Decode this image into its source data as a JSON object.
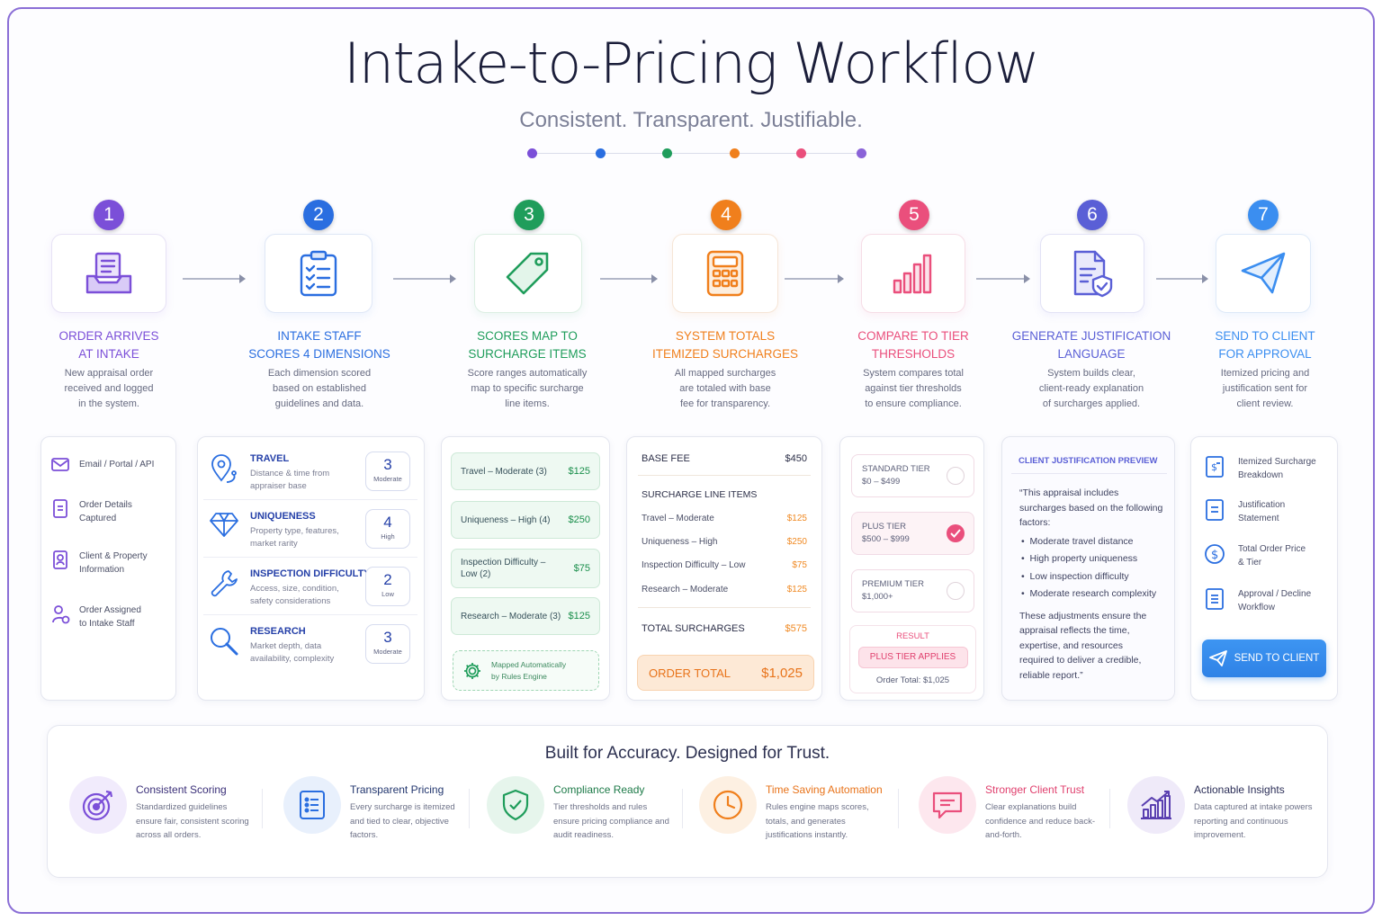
{
  "header": {
    "title": "Intake-to-Pricing Workflow",
    "subtitle": "Consistent. Transparent. Justifiable."
  },
  "colors": {
    "purple": "#7b4fd8",
    "blue": "#2a6ee0",
    "green": "#1f9d5b",
    "orange": "#f07f1c",
    "pink": "#ea4f7c",
    "indigo": "#5a5fd6",
    "sky": "#3b8ef0"
  },
  "steps": [
    {
      "number": "1",
      "title_line1": "ORDER ARRIVES",
      "title_line2": "AT INTAKE",
      "desc_line1": "New appraisal order",
      "desc_line2": "received and logged",
      "desc_line3": "in the system.",
      "icon": "inbox-icon"
    },
    {
      "number": "2",
      "title_line1": "INTAKE STAFF",
      "title_line2": "SCORES 4 DIMENSIONS",
      "desc_line1": "Each dimension scored",
      "desc_line2": "based on established",
      "desc_line3": "guidelines and data.",
      "icon": "clipboard-icon"
    },
    {
      "number": "3",
      "title_line1": "SCORES MAP TO",
      "title_line2": "SURCHARGE ITEMS",
      "desc_line1": "Score ranges automatically",
      "desc_line2": "map to specific surcharge",
      "desc_line3": "line items.",
      "icon": "tag-icon"
    },
    {
      "number": "4",
      "title_line1": "SYSTEM TOTALS",
      "title_line2": "ITEMIZED SURCHARGES",
      "desc_line1": "All mapped surcharges",
      "desc_line2": "are totaled with base",
      "desc_line3": "fee for transparency.",
      "icon": "calculator-icon"
    },
    {
      "number": "5",
      "title_line1": "COMPARE TO TIER",
      "title_line2": "THRESHOLDS",
      "desc_line1": "System compares total",
      "desc_line2": "against tier thresholds",
      "desc_line3": "to ensure compliance.",
      "icon": "bar-chart-icon"
    },
    {
      "number": "6",
      "title_line1": "GENERATE JUSTIFICATION",
      "title_line2": "LANGUAGE",
      "desc_line1": "System builds clear,",
      "desc_line2": "client-ready explanation",
      "desc_line3": "of surcharges applied.",
      "icon": "document-shield-icon"
    },
    {
      "number": "7",
      "title_line1": "SEND TO CLIENT",
      "title_line2": "FOR APPROVAL",
      "desc_line1": "Itemized pricing and",
      "desc_line2": "justification sent for",
      "desc_line3": "client review.",
      "icon": "paper-plane-icon"
    }
  ],
  "intake_card": {
    "items": [
      {
        "line1": "Email / Portal / API",
        "line2": "",
        "icon": "mail-icon"
      },
      {
        "line1": "Order Details",
        "line2": "Captured",
        "icon": "document-icon"
      },
      {
        "line1": "Client & Property",
        "line2": "Information",
        "icon": "user-card-icon"
      },
      {
        "line1": "Order Assigned",
        "line2": "to Intake Staff",
        "icon": "user-assign-icon"
      }
    ]
  },
  "dimensions_card": {
    "rows": [
      {
        "title": "TRAVEL",
        "desc": "Distance & time from appraiser base",
        "score": "3",
        "level": "Moderate",
        "icon": "map-pin-icon"
      },
      {
        "title": "UNIQUENESS",
        "desc": "Property type, features, market rarity",
        "score": "4",
        "level": "High",
        "icon": "diamond-icon"
      },
      {
        "title": "INSPECTION DIFFICULTY",
        "desc": "Access, size, condition, safety considerations",
        "score": "2",
        "level": "Low",
        "icon": "wrench-icon"
      },
      {
        "title": "RESEARCH",
        "desc": "Market depth, data availability, complexity",
        "score": "3",
        "level": "Moderate",
        "icon": "magnifier-icon"
      }
    ]
  },
  "mapping_card": {
    "items": [
      {
        "label": "Travel – Moderate (3)",
        "price": "$125"
      },
      {
        "label": "Uniqueness – High (4)",
        "price": "$250"
      },
      {
        "label": "Inspection Difficulty – Low (2)",
        "price": "$75"
      },
      {
        "label": "Research – Moderate (3)",
        "price": "$125"
      }
    ],
    "note_line1": "Mapped Automatically",
    "note_line2": "by Rules Engine"
  },
  "totals_card": {
    "base_fee_label": "BASE FEE",
    "base_fee": "$450",
    "section_label": "SURCHARGE LINE ITEMS",
    "items": [
      {
        "label": "Travel – Moderate",
        "price": "$125"
      },
      {
        "label": "Uniqueness – High",
        "price": "$250"
      },
      {
        "label": "Inspection Difficulty – Low",
        "price": "$75"
      },
      {
        "label": "Research – Moderate",
        "price": "$125"
      }
    ],
    "total_surcharges_label": "TOTAL SURCHARGES",
    "total_surcharges": "$575",
    "order_total_label": "ORDER TOTAL",
    "order_total": "$1,025"
  },
  "tiers_card": {
    "tiers": [
      {
        "name": "STANDARD TIER",
        "range": "$0 – $499",
        "selected": false
      },
      {
        "name": "PLUS TIER",
        "range": "$500 – $999",
        "selected": true
      },
      {
        "name": "PREMIUM TIER",
        "range": "$1,000+",
        "selected": false
      }
    ],
    "result_label": "RESULT",
    "result_value": "PLUS TIER APPLIES",
    "order_total_text": "Order Total: $1,025"
  },
  "justification_card": {
    "header": "CLIENT JUSTIFICATION PREVIEW",
    "intro": "“This appraisal includes surcharges based on the following factors:",
    "bullets": [
      "Moderate travel distance",
      "High property uniqueness",
      "Low inspection difficulty",
      "Moderate research complexity"
    ],
    "closing": "These adjustments ensure the appraisal reflects the time, expertise, and resources required to deliver a credible, reliable report.”"
  },
  "send_card": {
    "items": [
      {
        "line1": "Itemized Surcharge",
        "line2": "Breakdown",
        "icon": "receipt-icon"
      },
      {
        "line1": "Justification",
        "line2": "Statement",
        "icon": "statement-icon"
      },
      {
        "line1": "Total Order Price",
        "line2": "& Tier",
        "icon": "dollar-icon"
      },
      {
        "line1": "Approval / Decline",
        "line2": "Workflow",
        "icon": "checklist-icon"
      }
    ],
    "button_label": "SEND TO CLIENT"
  },
  "benefits": {
    "title": "Built for Accuracy. Designed for Trust.",
    "items": [
      {
        "title": "Consistent Scoring",
        "desc": "Standardized guidelines ensure fair, consistent scoring across all orders.",
        "icon": "target-icon",
        "color": "#7b4fd8"
      },
      {
        "title": "Transparent Pricing",
        "desc": "Every surcharge is itemized and tied to clear, objective factors.",
        "icon": "list-icon",
        "color": "#2a6ee0"
      },
      {
        "title": "Compliance Ready",
        "desc": "Tier thresholds and rules ensure pricing compliance and audit readiness.",
        "icon": "shield-check-icon",
        "color": "#1f9d5b"
      },
      {
        "title": "Time Saving Automation",
        "desc": "Rules engine maps scores, totals, and generates justifications instantly.",
        "icon": "clock-icon",
        "color": "#f07f1c"
      },
      {
        "title": "Stronger Client Trust",
        "desc": "Clear explanations build confidence and reduce back-and-forth.",
        "icon": "chat-icon",
        "color": "#ea4f7c"
      },
      {
        "title": "Actionable Insights",
        "desc": "Data captured at intake powers reporting and continuous improvement.",
        "icon": "growth-chart-icon",
        "color": "#5a3fb0"
      }
    ]
  }
}
